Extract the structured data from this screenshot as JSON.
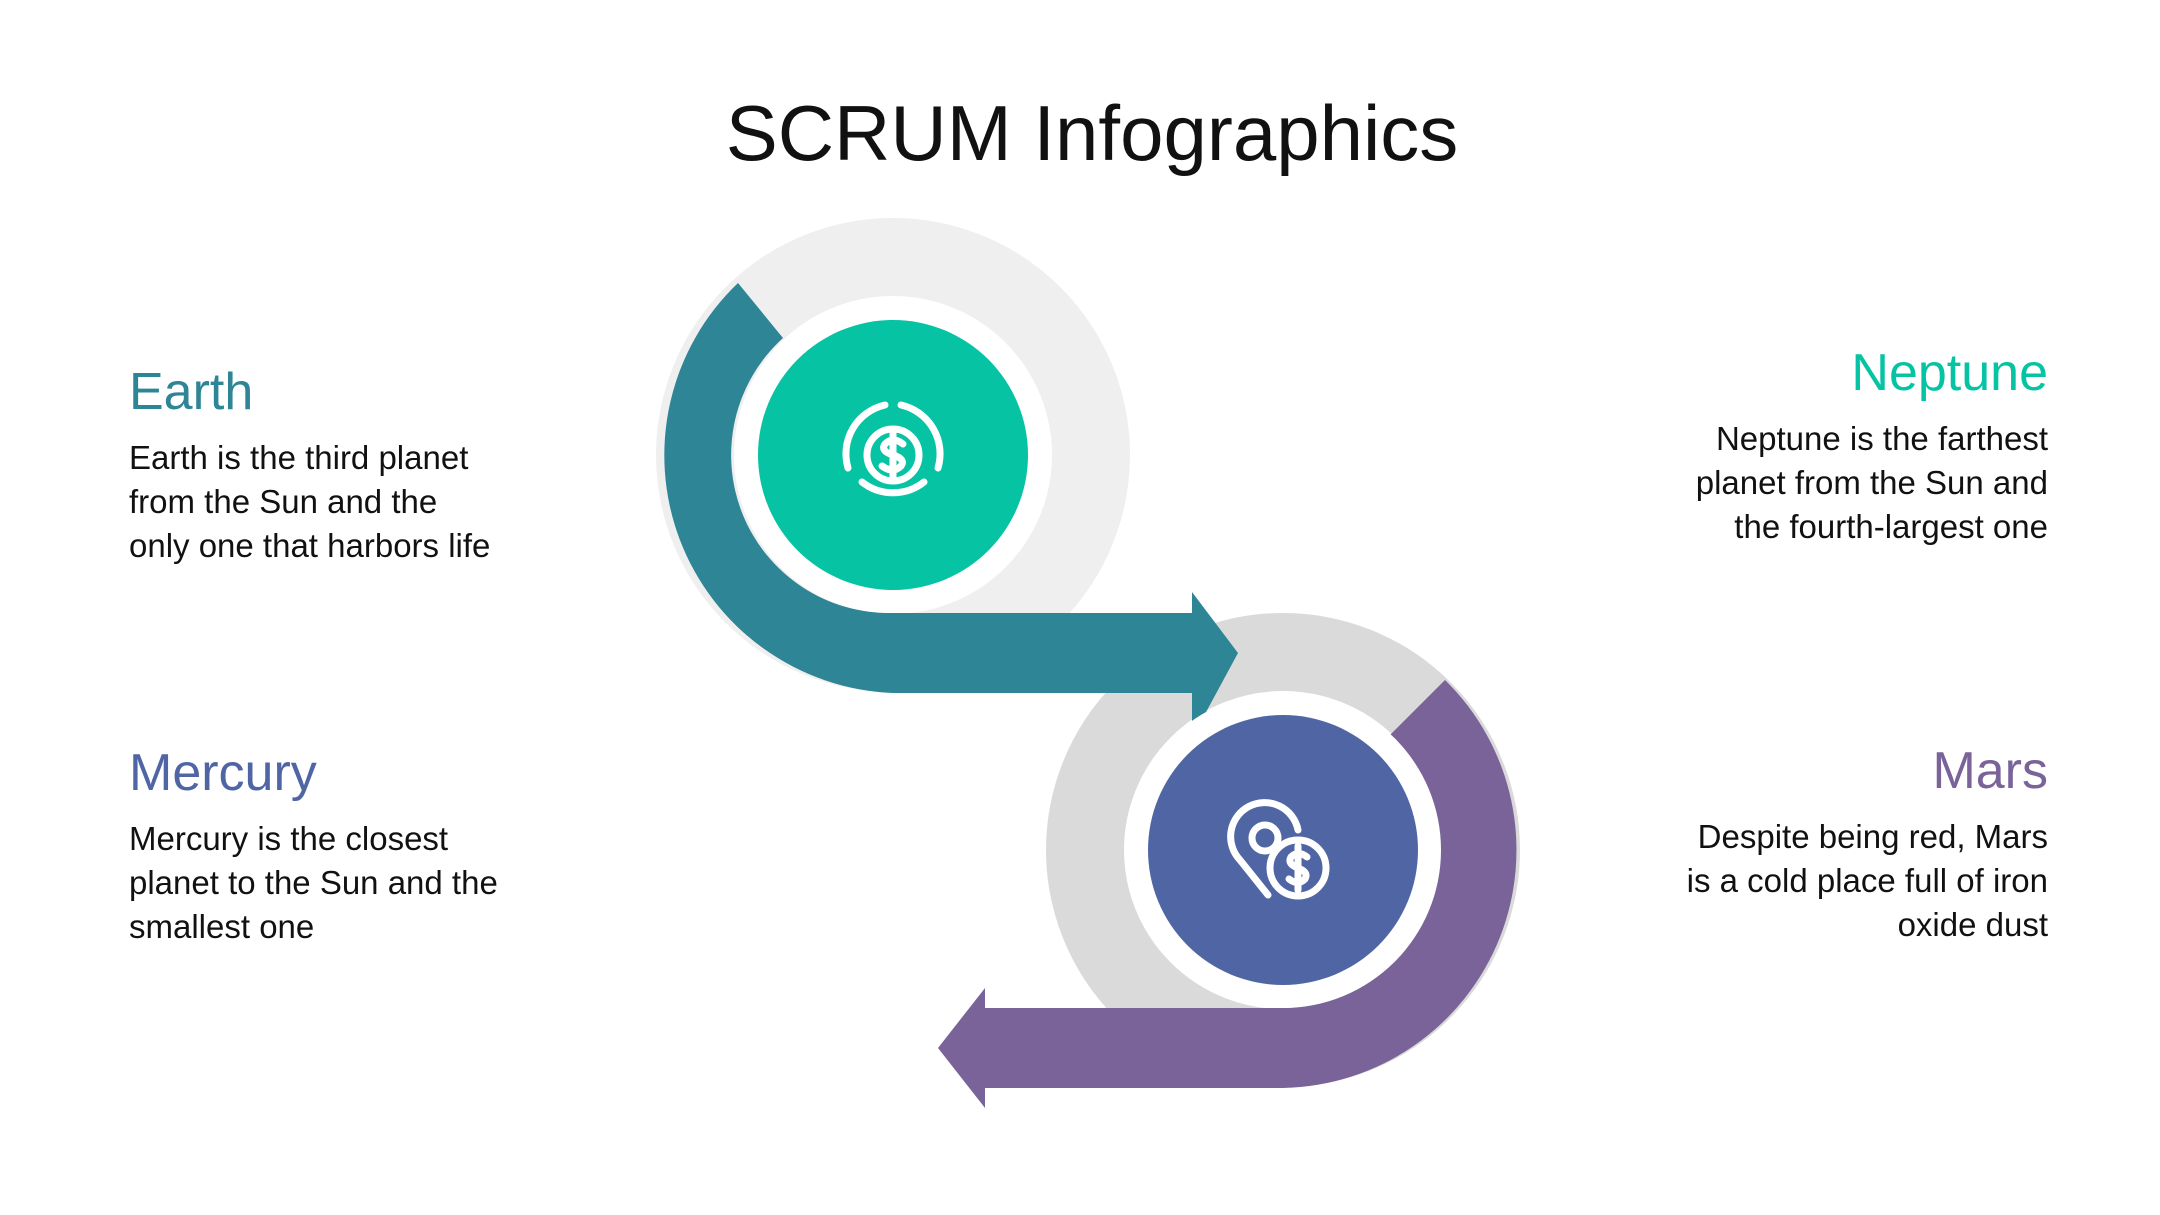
{
  "title": "SCRUM Infographics",
  "colors": {
    "earth": "#2e8595",
    "neptune": "#06c3a3",
    "mercury": "#5066a4",
    "mars": "#7a6399",
    "ring_top": "#efefef",
    "ring_bottom": "#dadada",
    "text": "#111111"
  },
  "blocks": {
    "earth": {
      "heading": "Earth",
      "lines": [
        "Earth is the third planet",
        "from the Sun and the",
        "only one that harbors life"
      ]
    },
    "mercury": {
      "heading": "Mercury",
      "lines": [
        "Mercury is the closest",
        "planet to the Sun and the",
        "smallest one"
      ]
    },
    "neptune": {
      "heading": "Neptune",
      "lines": [
        "Neptune is the farthest",
        "planet from the Sun and",
        "the fourth-largest one"
      ]
    },
    "mars": {
      "heading": "Mars",
      "lines": [
        "Despite being red, Mars",
        "is a cold place full of iron",
        "oxide dust"
      ]
    }
  },
  "icons": {
    "top": "dollar-target-icon",
    "bottom": "location-dollar-icon"
  }
}
